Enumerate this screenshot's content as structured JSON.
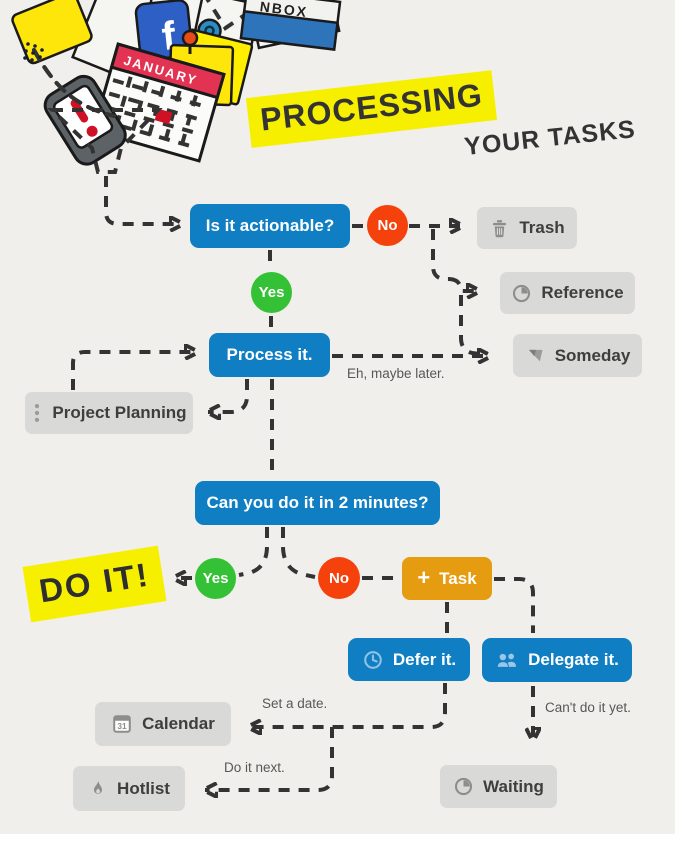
{
  "page": {
    "background": "#f0efec",
    "highlight_yellow": "#f7ef00",
    "blue": "#0f7ec3",
    "red": "#f5420d",
    "green": "#35c135",
    "amber": "#e59c10",
    "gray_node": "#d9d9d8",
    "title_highlight": "PROCESSING",
    "title_rest": "YOUR TASKS"
  },
  "illustration": {
    "inbox_tray_label": "NBOX",
    "calendar_month": "JANUARY",
    "facebook_letter": "f"
  },
  "nodes": {
    "actionable": {
      "label": "Is it actionable?"
    },
    "no1": {
      "label": "No"
    },
    "trash": {
      "label": "Trash"
    },
    "reference": {
      "label": "Reference"
    },
    "yes1": {
      "label": "Yes"
    },
    "process": {
      "label": "Process it."
    },
    "someday": {
      "label": "Someday"
    },
    "project_planning": {
      "label": "Project Planning"
    },
    "two_minutes": {
      "label": "Can you do it in 2 minutes?"
    },
    "do_it": {
      "label": "DO IT!"
    },
    "yes2": {
      "label": "Yes"
    },
    "no2": {
      "label": "No"
    },
    "task": {
      "plus": "+",
      "label": "Task"
    },
    "defer": {
      "label": "Defer it."
    },
    "delegate": {
      "label": "Delegate it."
    },
    "calendar": {
      "label": "Calendar",
      "icon_day": "31"
    },
    "hotlist": {
      "label": "Hotlist"
    },
    "waiting": {
      "label": "Waiting"
    }
  },
  "annotations": {
    "maybe_later": "Eh, maybe later.",
    "set_a_date": "Set a date.",
    "do_it_next": "Do it next.",
    "cant_do_it_yet": "Can't do it yet."
  }
}
